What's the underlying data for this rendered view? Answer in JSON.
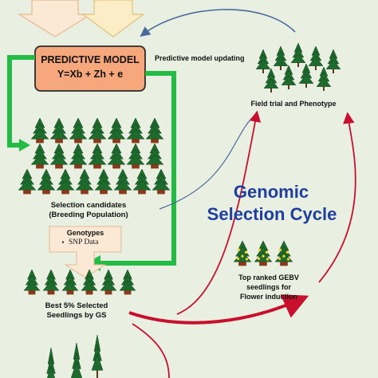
{
  "model": {
    "title": "PREDICTIVE MODEL",
    "equation": "Y=Xb + Zh + e"
  },
  "labels": {
    "model_updating": "Predictive model updating",
    "field_trial": "Field trial and Phenotype",
    "candidates_line1": "Selection candidates",
    "candidates_line2": "(Breeding Population)",
    "genotypes_title": "Genotypes",
    "genotypes_item": "SNP Data",
    "best_line1": "Best 5% Selected",
    "best_line2": "Seedlings by GS",
    "top_line1": "Top ranked GEBV",
    "top_line2": "seedlings for",
    "top_line3": "Flower induction"
  },
  "cycle": {
    "line1": "Genomic",
    "line2": "Selection Cycle"
  },
  "colors": {
    "background": "#e9f0e1",
    "model_fill": "#f6a77c",
    "cycle_text": "#1f3f9e",
    "green_arrow": "#22bb44",
    "red_arrow": "#c8102e",
    "tree": "#1e6b2e",
    "pot": "#8a3a1a",
    "blue_arrow": "#4a6a9e"
  }
}
